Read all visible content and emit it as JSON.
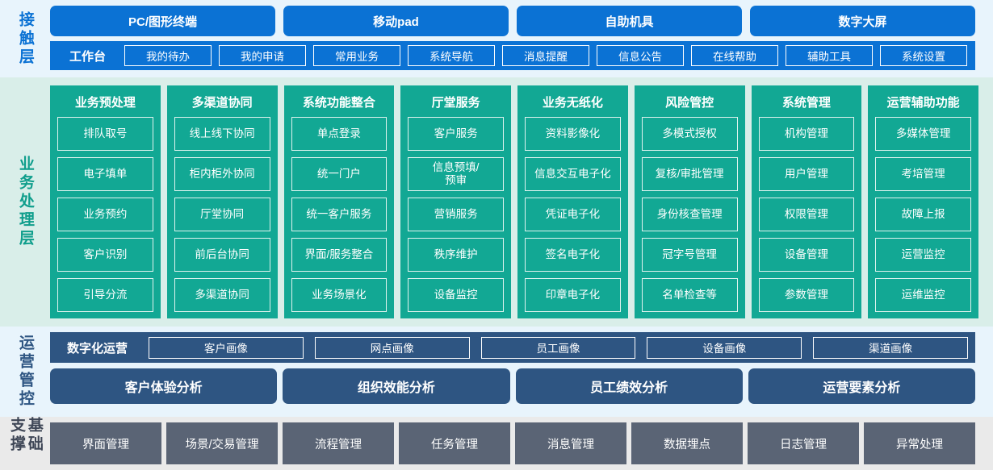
{
  "layers": {
    "access": {
      "label": "接触层",
      "accent": "#0b72d4",
      "channels": [
        {
          "label": "PC/图形终端"
        },
        {
          "label": "移动pad"
        },
        {
          "label": "自助机具"
        },
        {
          "label": "数字大屏"
        }
      ],
      "workbench_label": "工作台",
      "nav_items": [
        {
          "label": "我的待办"
        },
        {
          "label": "我的申请"
        },
        {
          "label": "常用业务"
        },
        {
          "label": "系统导航"
        },
        {
          "label": "消息提醒"
        },
        {
          "label": "信息公告"
        },
        {
          "label": "在线帮助"
        },
        {
          "label": "辅助工具"
        },
        {
          "label": "系统设置"
        }
      ]
    },
    "business": {
      "label": "业务处理层",
      "accent": "#12a894",
      "columns": [
        {
          "title": "业务预处理",
          "items": [
            {
              "label": "排队取号"
            },
            {
              "label": "电子填单"
            },
            {
              "label": "业务预约"
            },
            {
              "label": "客户识别"
            },
            {
              "label": "引导分流"
            }
          ]
        },
        {
          "title": "多渠道协同",
          "items": [
            {
              "label": "线上线下协同"
            },
            {
              "label": "柜内柜外协同"
            },
            {
              "label": "厅堂协同"
            },
            {
              "label": "前后台协同"
            },
            {
              "label": "多渠道协同"
            }
          ]
        },
        {
          "title": "系统功能整合",
          "items": [
            {
              "label": "单点登录"
            },
            {
              "label": "统一门户"
            },
            {
              "label": "统一客户服务"
            },
            {
              "label": "界面/服务整合"
            },
            {
              "label": "业务场景化"
            }
          ]
        },
        {
          "title": "厅堂服务",
          "items": [
            {
              "label": "客户服务"
            },
            {
              "label": "信息预填/\n预审"
            },
            {
              "label": "营销服务"
            },
            {
              "label": "秩序维护"
            },
            {
              "label": "设备监控"
            }
          ]
        },
        {
          "title": "业务无纸化",
          "items": [
            {
              "label": "资料影像化"
            },
            {
              "label": "信息交互电子化"
            },
            {
              "label": "凭证电子化"
            },
            {
              "label": "签名电子化"
            },
            {
              "label": "印章电子化"
            }
          ]
        },
        {
          "title": "风险管控",
          "items": [
            {
              "label": "多模式授权"
            },
            {
              "label": "复核/审批管理"
            },
            {
              "label": "身份核查管理"
            },
            {
              "label": "冠字号管理"
            },
            {
              "label": "名单检查等"
            }
          ]
        },
        {
          "title": "系统管理",
          "items": [
            {
              "label": "机构管理"
            },
            {
              "label": "用户管理"
            },
            {
              "label": "权限管理"
            },
            {
              "label": "设备管理"
            },
            {
              "label": "参数管理"
            }
          ]
        },
        {
          "title": "运营辅助功能",
          "items": [
            {
              "label": "多媒体管理"
            },
            {
              "label": "考培管理"
            },
            {
              "label": "故障上报"
            },
            {
              "label": "运营监控"
            },
            {
              "label": "运维监控"
            }
          ]
        }
      ]
    },
    "operations": {
      "label": "运营管控",
      "accent": "#2e5582",
      "digital_label": "数字化运营",
      "portraits": [
        {
          "label": "客户画像"
        },
        {
          "label": "网点画像"
        },
        {
          "label": "员工画像"
        },
        {
          "label": "设备画像"
        },
        {
          "label": "渠道画像"
        }
      ],
      "analyses": [
        {
          "label": "客户体验分析"
        },
        {
          "label": "组织效能分析"
        },
        {
          "label": "员工绩效分析"
        },
        {
          "label": "运营要素分析"
        }
      ]
    },
    "foundation": {
      "label": "基础支撑",
      "accent": "#5a6475",
      "items": [
        {
          "label": "界面管理"
        },
        {
          "label": "场景/交易管理"
        },
        {
          "label": "流程管理"
        },
        {
          "label": "任务管理"
        },
        {
          "label": "消息管理"
        },
        {
          "label": "数据埋点"
        },
        {
          "label": "日志管理"
        },
        {
          "label": "异常处理"
        }
      ]
    }
  }
}
